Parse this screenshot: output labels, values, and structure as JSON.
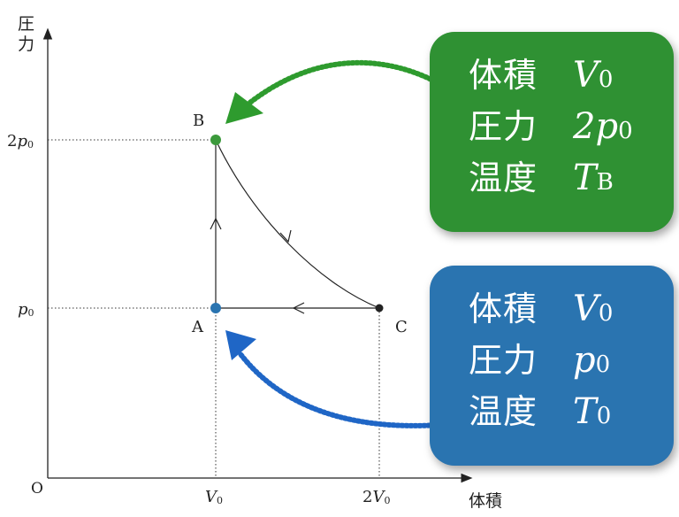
{
  "axes": {
    "y_label_line1": "圧",
    "y_label_line2": "力",
    "x_label": "体積",
    "origin": "O",
    "y_ticks": [
      {
        "coef": "2",
        "sym": "p",
        "sub": "0"
      },
      {
        "coef": "",
        "sym": "p",
        "sub": "0"
      }
    ],
    "x_ticks": [
      {
        "coef": "",
        "sym": "V",
        "sub": "0"
      },
      {
        "coef": "2",
        "sym": "V",
        "sub": "0"
      }
    ]
  },
  "points": [
    {
      "id": "A",
      "label": "A",
      "color": "#2a74b0"
    },
    {
      "id": "B",
      "label": "B",
      "color": "#3c9a3c"
    },
    {
      "id": "C",
      "label": "C",
      "color": "#222222"
    }
  ],
  "green_box": {
    "color": "#2f9133",
    "rows": [
      {
        "label": "体積",
        "sym": "V",
        "sub": "0"
      },
      {
        "label": "圧力",
        "sym": "2p",
        "sub": "0"
      },
      {
        "label": "温度",
        "sym": "T",
        "sub": "B"
      }
    ]
  },
  "blue_box": {
    "color": "#2a74b0",
    "rows": [
      {
        "label": "体積",
        "sym": "V",
        "sub": "0"
      },
      {
        "label": "圧力",
        "sym": "p",
        "sub": "0"
      },
      {
        "label": "温度",
        "sym": "T",
        "sub": "0"
      }
    ]
  }
}
